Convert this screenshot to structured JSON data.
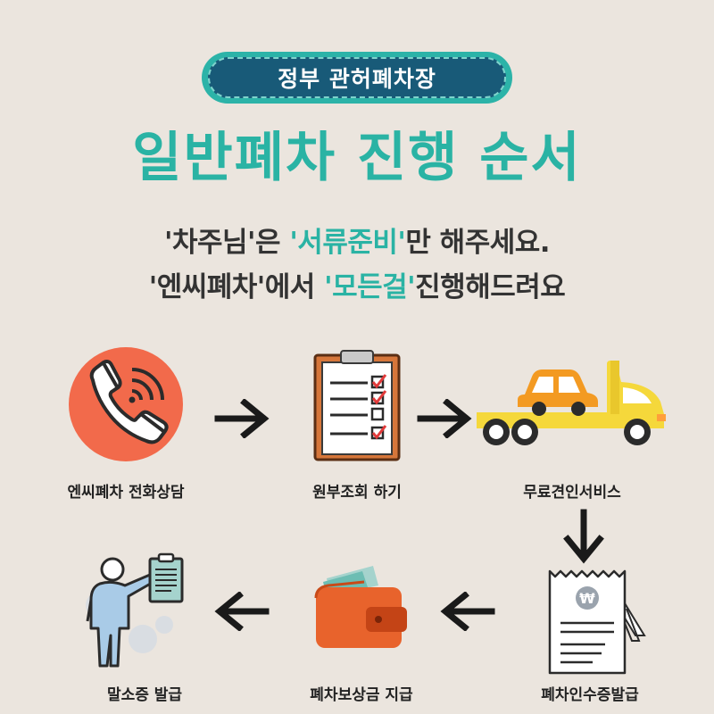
{
  "header": {
    "badge_text": "정부 관허폐차장",
    "title": "일반폐차 진행 순서"
  },
  "subtitle": {
    "line1_a": "'차주님'은 ",
    "line1_hl": "'서류준비'",
    "line1_b": "만 해주세요.",
    "line2_a": "'엔씨폐차'에서 ",
    "line2_hl": "'모든걸'",
    "line2_b": "진행해드려요"
  },
  "steps": [
    {
      "label": "엔씨폐차 전화상담",
      "icon": "phone-icon"
    },
    {
      "label": "원부조회 하기",
      "icon": "checklist-clipboard-icon"
    },
    {
      "label": "무료견인서비스",
      "icon": "tow-truck-icon"
    },
    {
      "label": "폐차인수증발급",
      "icon": "receipt-icon"
    },
    {
      "label": "폐차보상금 지급",
      "icon": "wallet-icon"
    },
    {
      "label": "말소증 발급",
      "icon": "person-document-icon"
    }
  ],
  "receipt": {
    "currency_symbol": "₩"
  },
  "colors": {
    "background": "#ebe5de",
    "accent_teal": "#2ab3a4",
    "badge_navy": "#185a78",
    "phone_orange": "#f26a4b",
    "truck_yellow": "#f5d83b",
    "car_orange": "#f39a22",
    "wallet_orange": "#e8632c"
  }
}
